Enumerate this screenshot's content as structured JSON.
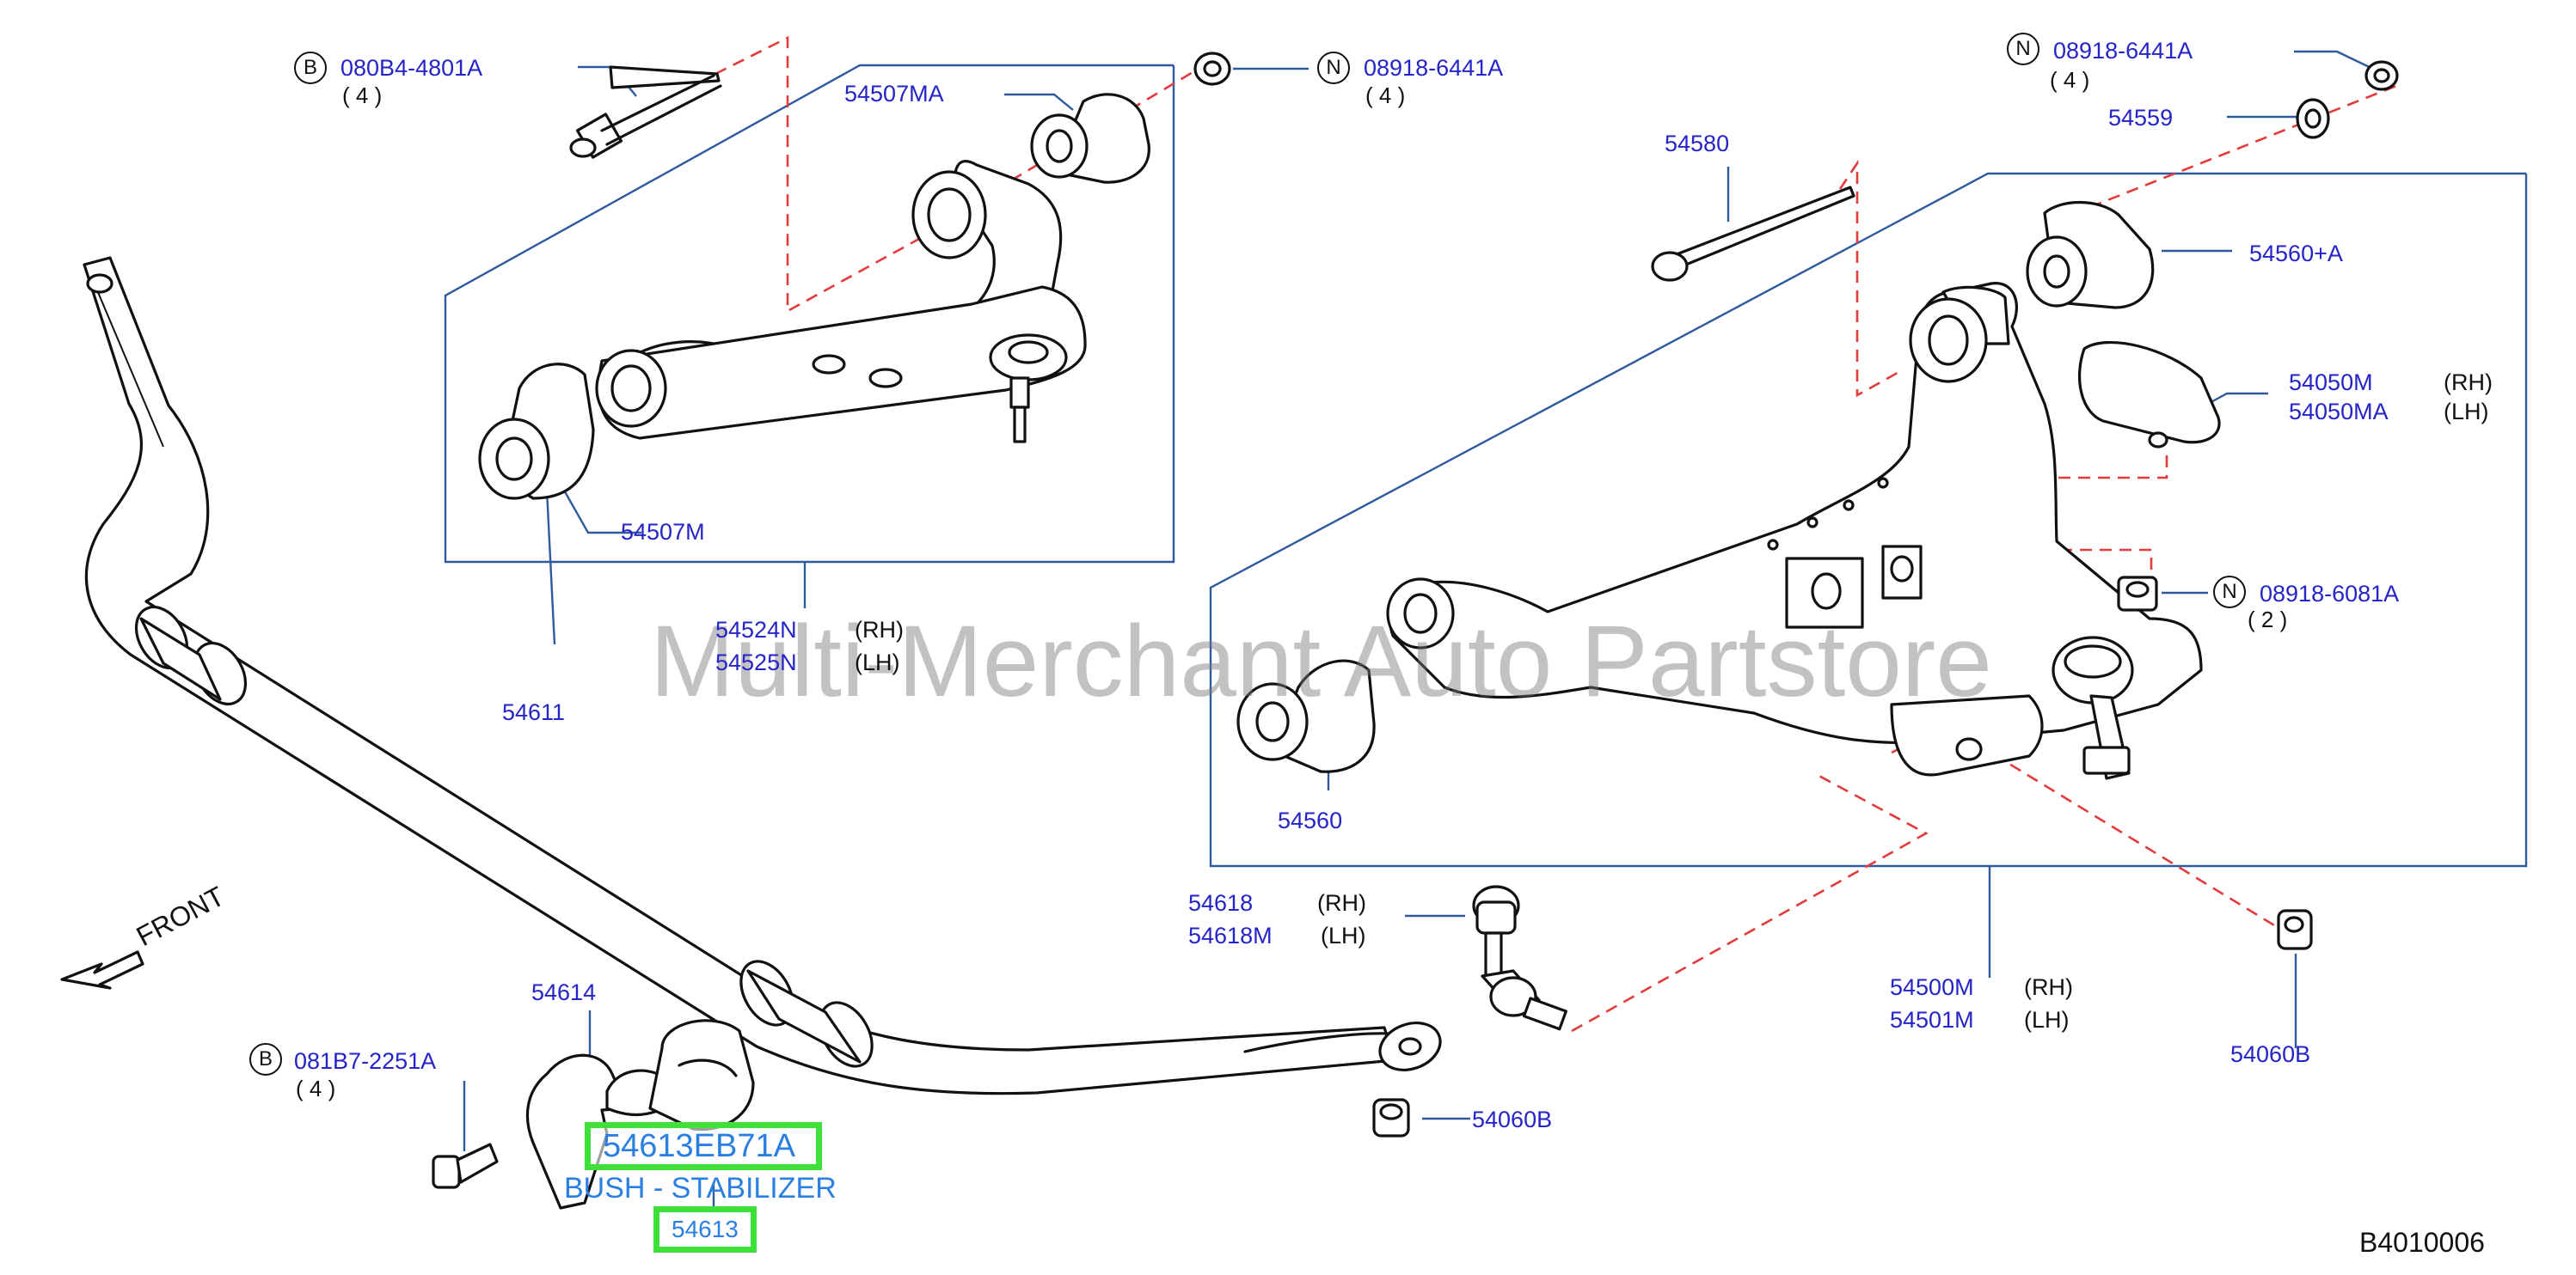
{
  "diagram": {
    "code": "B4010006",
    "watermark": "Multi-Merchant Auto Partstore",
    "front_label": "FRONT",
    "circle_letters": {
      "b": "B",
      "n": "N"
    },
    "sides": {
      "rh": "(RH)",
      "lh": "(LH)"
    },
    "parts": {
      "p080b4": "080B4-4801A",
      "p080b4_qty": "( 4 )",
      "p08918_6441a_upper": "08918-6441A",
      "p08918_6441a_upper_qty": "( 4 )",
      "p54507ma": "54507MA",
      "p54507m": "54507M",
      "p54524n": "54524N",
      "p54525n": "54525N",
      "p54611": "54611",
      "p08918_6441a_right": "08918-6441A",
      "p08918_6441a_right_qty": "( 4 )",
      "p54559": "54559",
      "p54580": "54580",
      "p54560a": "54560+A",
      "p54050m": "54050M",
      "p54050ma": "54050MA",
      "p08918_6081a": "08918-6081A",
      "p08918_6081a_qty": "( 2 )",
      "p54560": "54560",
      "p54618": "54618",
      "p54618m": "54618M",
      "p54500m": "54500M",
      "p54501m": "54501M",
      "p54060b_right": "54060B",
      "p54060b_mid": "54060B",
      "p54614": "54614",
      "p081b7": "081B7-2251A",
      "p081b7_qty": "( 4 )",
      "p54613": "54613"
    },
    "highlight": {
      "part_number": "54613EB71A",
      "part_name": "BUSH - STABILIZER"
    }
  }
}
